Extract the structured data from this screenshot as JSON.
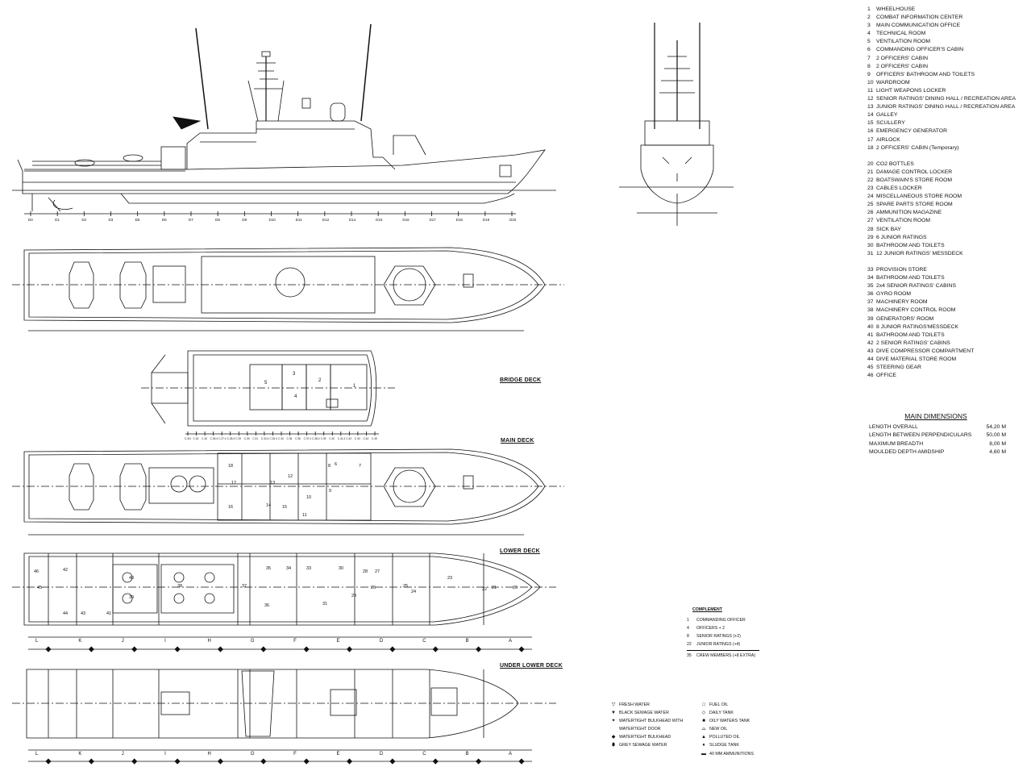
{
  "deck_labels": {
    "bridge": "BRIDGE DECK",
    "main": "MAIN DECK",
    "lower": "LOWER DECK",
    "under_lower": "UNDER LOWER DECK"
  },
  "legend": [
    {
      "n": "1",
      "label": "WHEELHOUSE"
    },
    {
      "n": "2",
      "label": "COMBAT INFORMATION CENTER"
    },
    {
      "n": "3",
      "label": "MAIN COMMUNICATION OFFICE"
    },
    {
      "n": "4",
      "label": "TECHNICAL ROOM"
    },
    {
      "n": "5",
      "label": "VENTILATION ROOM"
    },
    {
      "n": "6",
      "label": "COMMANDING OFFICER'S CABIN"
    },
    {
      "n": "7",
      "label": "2 OFFICERS' CABIN"
    },
    {
      "n": "8",
      "label": "2 OFFICERS' CABIN"
    },
    {
      "n": "9",
      "label": "OFFICERS' BATHROOM AND TOILETS"
    },
    {
      "n": "10",
      "label": "WARDROOM"
    },
    {
      "n": "11",
      "label": "LIGHT WEAPONS LOCKER"
    },
    {
      "n": "12",
      "label": "SENIOR RATINGS' DINING HALL / RECREATION AREA"
    },
    {
      "n": "13",
      "label": "JUNIOR RATINGS' DINING HALL / RECREATION AREA"
    },
    {
      "n": "14",
      "label": "GALLEY"
    },
    {
      "n": "15",
      "label": "SCULLERY"
    },
    {
      "n": "16",
      "label": "EMERGENCY GENERATOR"
    },
    {
      "n": "17",
      "label": "AIRLOCK"
    },
    {
      "n": "18",
      "label": "2 OFFICERS' CABIN (Temporary)"
    },
    {
      "n": "",
      "label": ""
    },
    {
      "n": "20",
      "label": "CO2 BOTTLES"
    },
    {
      "n": "21",
      "label": "DAMAGE CONTROL LOCKER"
    },
    {
      "n": "22",
      "label": "BOATSWAIN'S STORE ROOM"
    },
    {
      "n": "23",
      "label": "CABLES LOCKER"
    },
    {
      "n": "24",
      "label": "MISCELLANEOUS STORE ROOM"
    },
    {
      "n": "25",
      "label": "SPARE PARTS STORE ROOM"
    },
    {
      "n": "26",
      "label": "AMMUNITION MAGAZINE"
    },
    {
      "n": "27",
      "label": "VENTILATION ROOM"
    },
    {
      "n": "28",
      "label": "SICK BAY"
    },
    {
      "n": "29",
      "label": "6 JUNIOR RATINGS"
    },
    {
      "n": "30",
      "label": "BATHROOM AND TOILETS"
    },
    {
      "n": "31",
      "label": "12 JUNIOR RATINGS' MESSDECK"
    },
    {
      "n": "",
      "label": ""
    },
    {
      "n": "33",
      "label": "PROVISION STORE"
    },
    {
      "n": "34",
      "label": "BATHROOM AND TOILETS"
    },
    {
      "n": "35",
      "label": "2x4 SENIOR RATINGS' CABINS"
    },
    {
      "n": "36",
      "label": "GYRO ROOM"
    },
    {
      "n": "37",
      "label": "MACHINERY ROOM"
    },
    {
      "n": "38",
      "label": "MACHINERY CONTROL ROOM"
    },
    {
      "n": "39",
      "label": "GENERATORS' ROOM"
    },
    {
      "n": "40",
      "label": "8 JUNIOR RATINGS'MESSDECK"
    },
    {
      "n": "41",
      "label": "BATHROOM AND TOILETS"
    },
    {
      "n": "42",
      "label": "2 SENIOR RATINGS' CABINS"
    },
    {
      "n": "43",
      "label": "DIVE COMPRESSOR COMPARTMENT"
    },
    {
      "n": "44",
      "label": "DIVE MATERIAL STORE ROOM"
    },
    {
      "n": "45",
      "label": "STEERING GEAR"
    },
    {
      "n": "46",
      "label": "OFFICE"
    }
  ],
  "dimensions": {
    "title": "MAIN DIMENSIONS",
    "rows": [
      {
        "label": "LENGTH OVERALL",
        "value": "54,20 M"
      },
      {
        "label": "LENGTH BETWEEN PERPENDICULARS",
        "value": "50,00 M"
      },
      {
        "label": "MAXIMUM BREADTH",
        "value": "8,00 M"
      },
      {
        "label": "MOULDED DEPTH AMIDSHIP",
        "value": "4,60 M"
      }
    ]
  },
  "complement": {
    "title": "COMPLEMENT",
    "rows": [
      {
        "n": "1",
        "label": "COMMANDING OFFICER"
      },
      {
        "n": "4",
        "label": "OFFICERS + 2"
      },
      {
        "n": "8",
        "label": "SENIOR RATINGS (+2)"
      },
      {
        "n": "22",
        "label": "JUNIOR RATINGS (+4)"
      }
    ],
    "total": {
      "n": "35",
      "label": "CREW MEMBERS (+8 EXTRA)"
    }
  },
  "symbols": {
    "left": [
      {
        "sym": "▽",
        "label": "FRESH WATER"
      },
      {
        "sym": "▼",
        "label": "BLACK SEWAGE WATER"
      },
      {
        "sym": "✦",
        "label": "WATERTIGHT BULKHEAD WITH"
      },
      {
        "sym": "",
        "label": "WATERTIGHT DOOR"
      },
      {
        "sym": "◆",
        "label": "WATERTIGHT BULKHEAD"
      },
      {
        "sym": "⬮",
        "label": "GREY SEWAGE WATER"
      }
    ],
    "right": [
      {
        "sym": "□",
        "label": "FUEL OIL"
      },
      {
        "sym": "◇",
        "label": "DAILY TANK"
      },
      {
        "sym": "■",
        "label": "OILY WATERS TANK"
      },
      {
        "sym": "⌓",
        "label": "NEW OIL"
      },
      {
        "sym": "▲",
        "label": "POLLUTED OIL"
      },
      {
        "sym": "♦",
        "label": "SLUDGE TANK"
      },
      {
        "sym": "▬",
        "label": "40 MM AMMUNITIONS"
      }
    ]
  },
  "profile_frames": [
    "D0",
    "D1",
    "D2",
    "D3",
    "D5",
    "D6",
    "D7",
    "D8",
    "D9",
    "D10",
    "D11",
    "D12",
    "D14",
    "D15",
    "D16",
    "D17",
    "D18",
    "D19",
    "D20"
  ],
  "bridge_frames": [
    "C.3/4",
    "C.15",
    "C.16",
    "C.26.4",
    "C.27.4",
    "C.28.4",
    "C.29",
    "C.30",
    "C.31",
    "C.32.4",
    "C.33.4",
    "C.34",
    "C.35",
    "C.36",
    "C.37.4",
    "C.38.4",
    "C.39",
    "C.40",
    "C.41.4",
    "C.42",
    "C.43",
    "C.44",
    "C.45"
  ],
  "station_letters": [
    "L",
    "K",
    "J",
    "I",
    "H",
    "G",
    "F",
    "E",
    "D",
    "C",
    "B",
    "A"
  ],
  "main_deck_rooms": [
    "18",
    "17",
    "16",
    "13",
    "12",
    "14",
    "15",
    "10",
    "11",
    "9",
    "8",
    "6",
    "7"
  ],
  "lower_deck_rooms": [
    "46",
    "42",
    "45",
    "44",
    "43",
    "41",
    "40",
    "39",
    "38",
    "37",
    "36",
    "35",
    "34",
    "33",
    "30",
    "31",
    "29",
    "28",
    "27",
    "26",
    "25",
    "24",
    "23",
    "22",
    "21",
    "20"
  ],
  "bridge_rooms": [
    "5",
    "3",
    "2",
    "4",
    "1"
  ]
}
